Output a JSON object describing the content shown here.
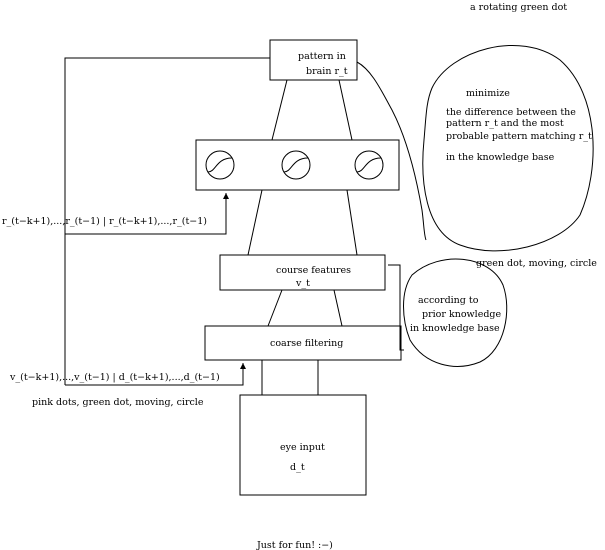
{
  "annotations": {
    "top_right": "a rotating green dot",
    "blob_top": [
      "minimize",
      "the difference between the",
      "pattern r_t and the most",
      "probable pattern matching r_t",
      "in the knowledge base"
    ],
    "blob_bottom_caption": "green dot, moving, circle",
    "blob_bottom": [
      "according to",
      "prior knowledge",
      "in knowledge base"
    ],
    "left_r_inputs": "r_(t−k+1),...,r_(t−1) | r_(t−k+1),...,r_(t−1)",
    "left_v_inputs": "v_(t−k+1),...,v_(t−1) | d_(t−k+1),...,d_(t−1)",
    "left_caption": "pink dots, green dot, moving, circle",
    "footer": "Just for fun! :−)"
  },
  "boxes": {
    "pattern": {
      "line1": "pattern in",
      "line2": "brain   r_t"
    },
    "features": {
      "line1": "course features",
      "line2": "v_t"
    },
    "filtering": {
      "label": "coarse filtering"
    },
    "eye": {
      "line1": "eye input",
      "line2": "d_t"
    }
  }
}
